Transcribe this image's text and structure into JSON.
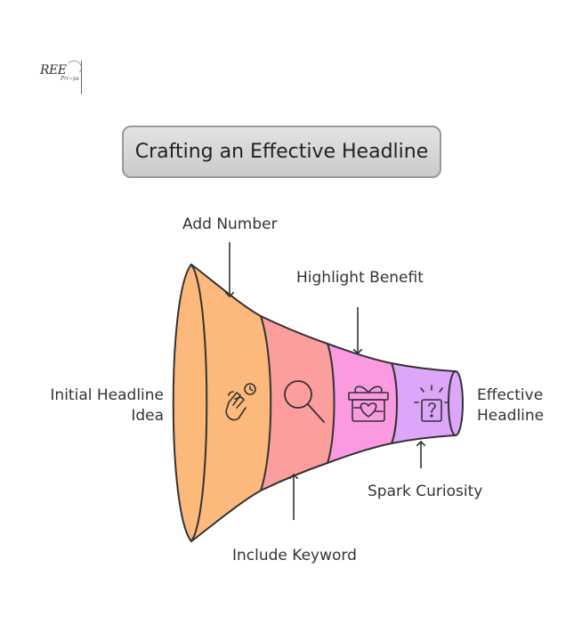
{
  "logo": {
    "mark": "REE",
    "sub": "Pri~ps"
  },
  "title": "Crafting an Effective Headline",
  "labels": {
    "start": [
      "Initial Headline",
      "Idea"
    ],
    "end": [
      "Effective",
      "Headline"
    ],
    "add_number": "Add Number",
    "highlight_benefit": "Highlight Benefit",
    "include_keyword": "Include Keyword",
    "spark_curiosity": "Spark Curiosity"
  },
  "stages": [
    {
      "name": "Initial Headline Idea",
      "color": "#FDB97B",
      "icon": "hand-clock-icon"
    },
    {
      "name": "Include Keyword",
      "color": "#FB9E9D",
      "icon": "magnifier-icon"
    },
    {
      "name": "Highlight Benefit",
      "color": "#FB9AE0",
      "icon": "gift-heart-icon"
    },
    {
      "name": "Spark Curiosity",
      "color": "#DDA6FA",
      "icon": "mystery-box-icon"
    }
  ],
  "colors": {
    "stroke": "#333333",
    "title_bg": "#d9d9d9"
  }
}
